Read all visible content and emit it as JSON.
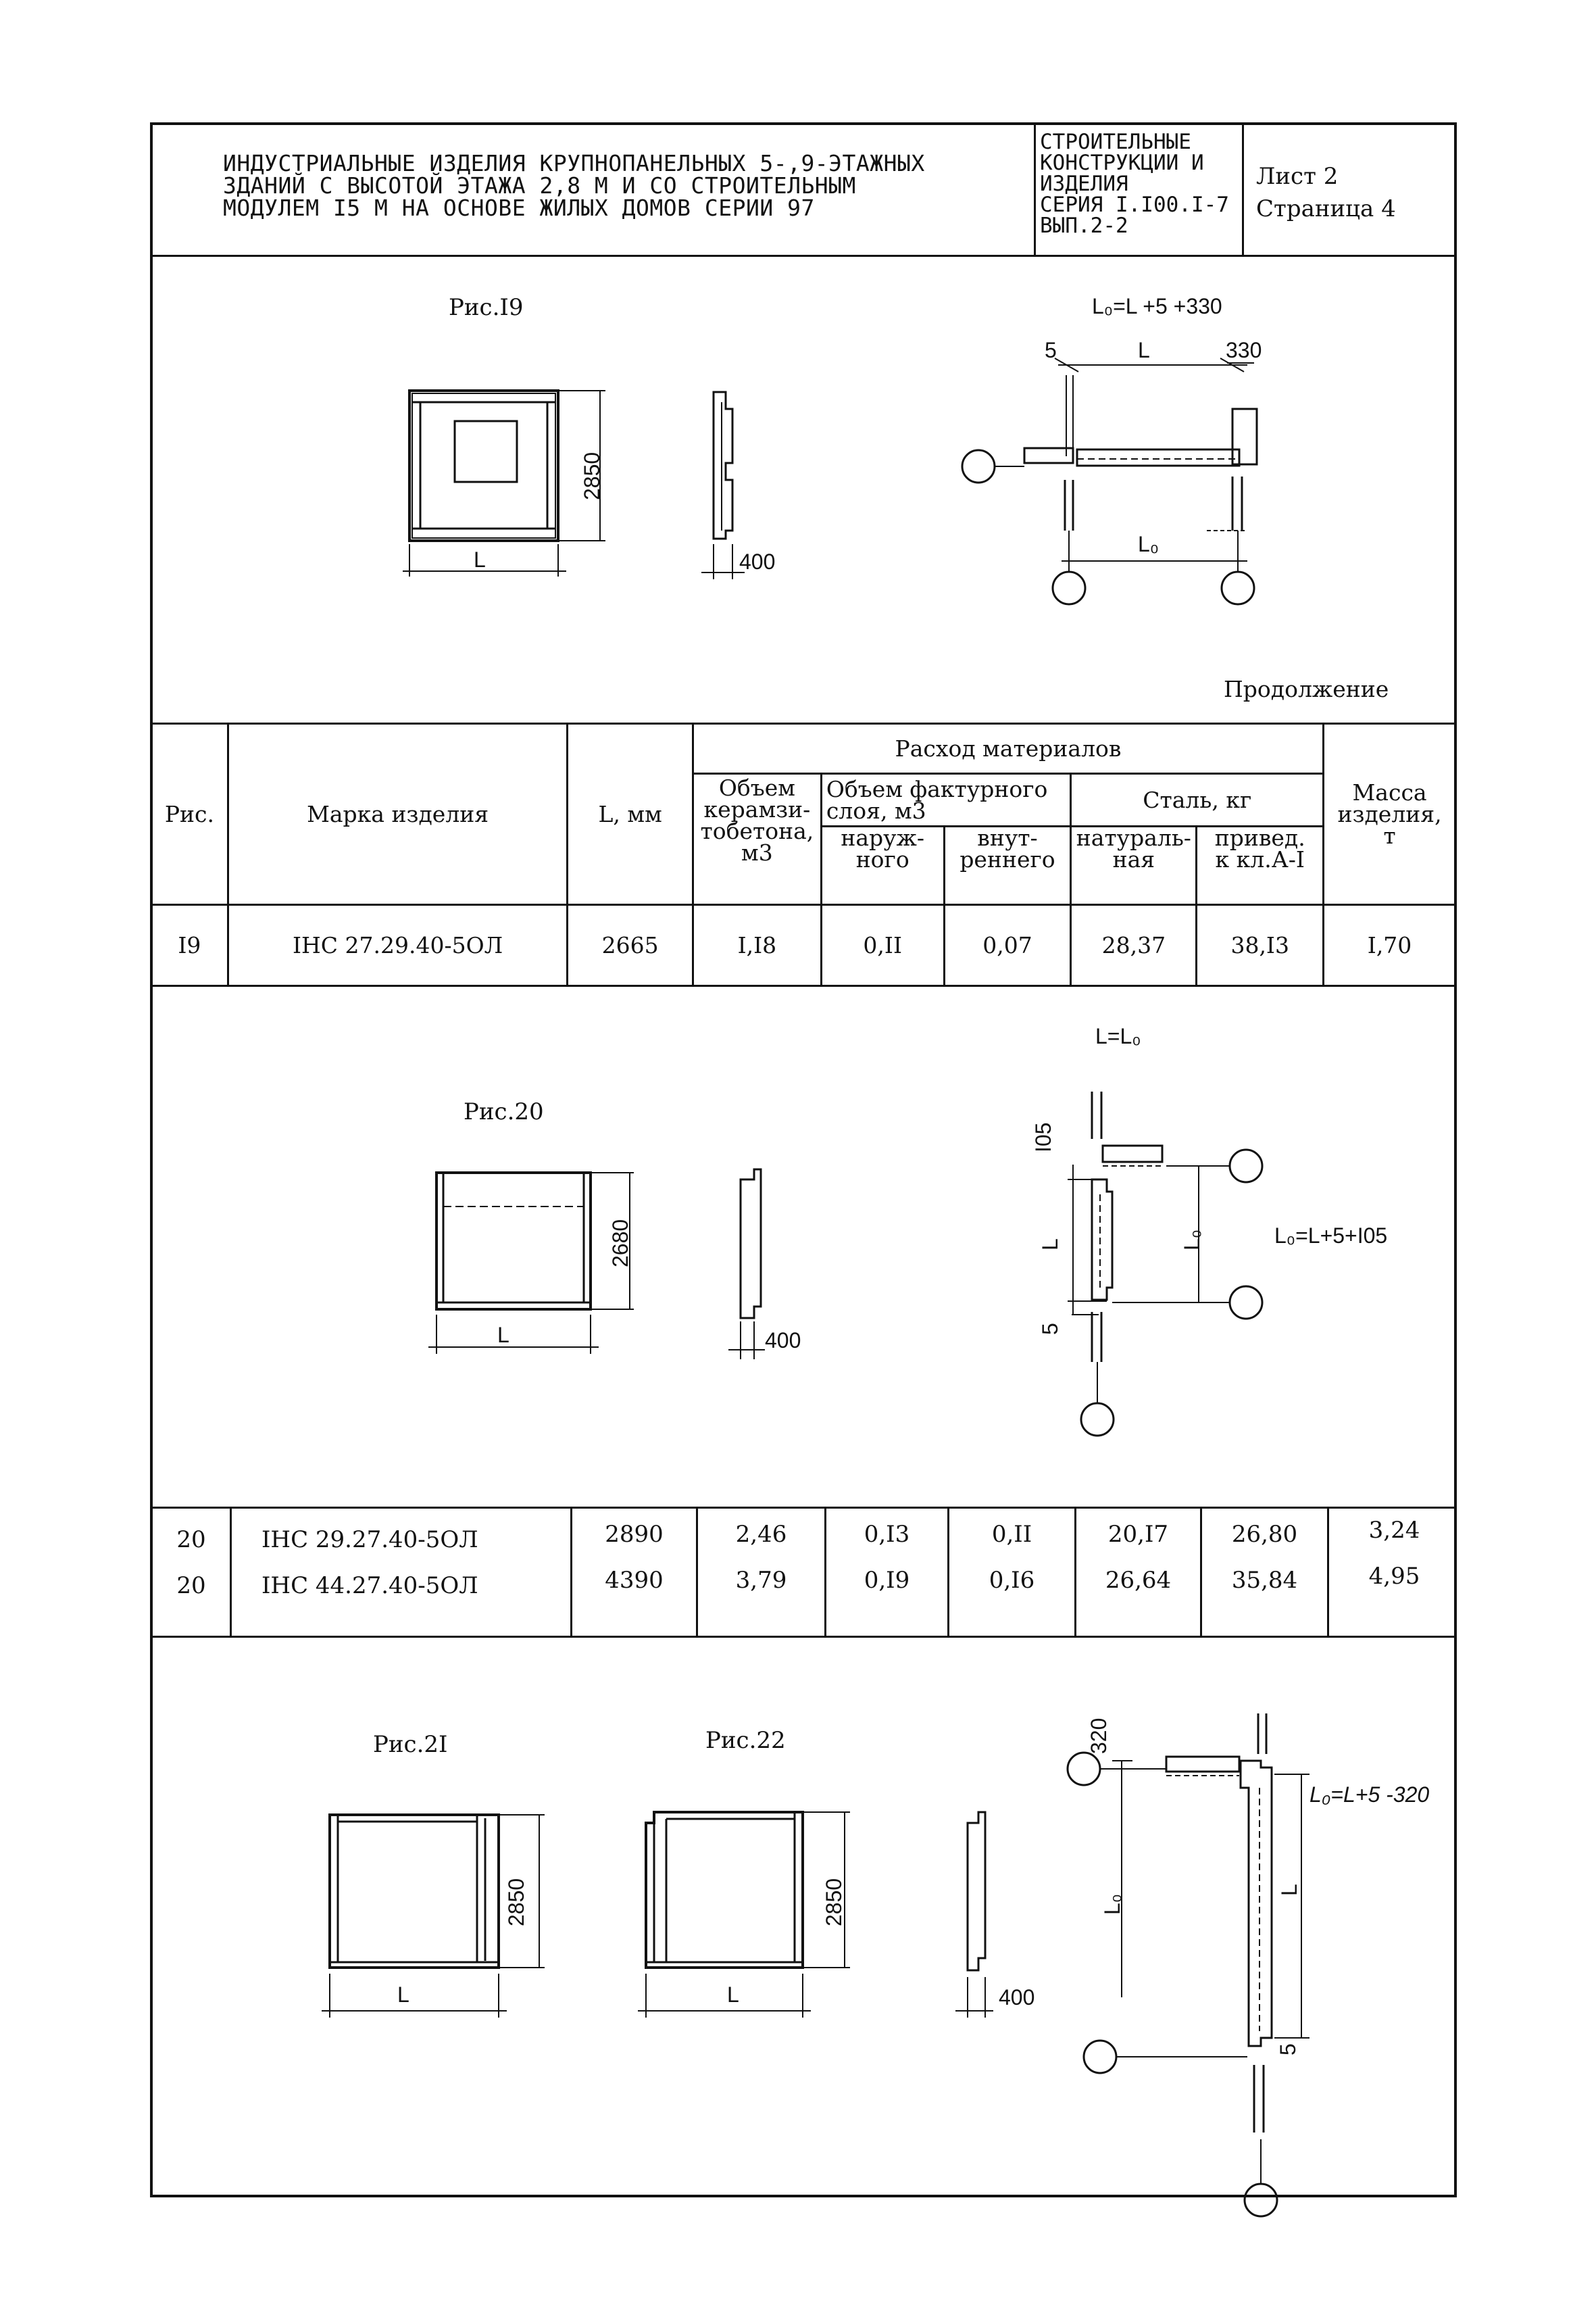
{
  "header": {
    "title_lines": [
      "ИНДУСТРИАЛЬНЫЕ ИЗДЕЛИЯ КРУПНОПАНЕЛЬНЫХ 5-,9-ЭТАЖНЫХ",
      "ЗДАНИЙ С ВЫСОТОЙ ЭТАЖА 2,8 М И СО СТРОИТЕЛЬНЫМ",
      "МОДУЛЕМ I5 М НА ОСНОВЕ ЖИЛЫХ ДОМОВ СЕРИИ 97"
    ],
    "series_lines": [
      "СТРОИТЕЛЬНЫЕ",
      "КОНСТРУКЦИИ И",
      "ИЗДЕЛИЯ",
      "СЕРИЯ I.I00.I-7",
      "ВЫП.2-2"
    ],
    "sheet": "Лист 2",
    "page": "Страница 4"
  },
  "fig19": {
    "caption": "Рис.I9",
    "height_dim": "2850",
    "width_dim": "L",
    "thickness_dim": "400",
    "formula": "L₀=L +5 +330",
    "dim_5": "5",
    "dim_L": "L",
    "dim_330": "330",
    "dim_L0": "L₀"
  },
  "continuation": "Продолжение",
  "table": {
    "col_fig": "Рис.",
    "col_mark": "Марка изделия",
    "col_L": "L, мм",
    "col_materials": "Расход материалов",
    "col_volume_lines": [
      "Объем",
      "керамзи-",
      "тобетона,",
      "м3"
    ],
    "col_texture": "Объем фактурного слоя, м3",
    "col_outer_lines": [
      "наруж-",
      "ного"
    ],
    "col_inner_lines": [
      "внут-",
      "реннего"
    ],
    "col_steel": "Сталь, кг",
    "col_natural_lines": [
      "натураль-",
      "ная"
    ],
    "col_reduced_lines": [
      "привед.",
      "к кл.А-I"
    ],
    "col_mass_lines": [
      "Масса",
      "изделия,",
      "т"
    ],
    "rows": [
      {
        "fig": "I9",
        "mark": "IНС 27.29.40-5ОЛ",
        "L": "2665",
        "vol": "I,I8",
        "outer": "0,II",
        "inner": "0,07",
        "nat": "28,37",
        "red": "38,I3",
        "mass": "I,70"
      }
    ]
  },
  "fig20": {
    "caption": "Рис.20",
    "height_dim": "2680",
    "width_dim": "L",
    "thickness_dim": "400",
    "formula_top": "L=L₀",
    "formula_right": "L₀=L+5+I05",
    "dim_105": "I05",
    "dim_L": "L",
    "dim_L0": "L₀",
    "dim_5": "5"
  },
  "rows20": [
    {
      "fig": "20",
      "mark": "IНС 29.27.40-5ОЛ",
      "L": "2890",
      "vol": "2,46",
      "outer": "0,I3",
      "inner": "0,II",
      "nat": "20,I7",
      "red": "26,80",
      "mass": "3,24"
    },
    {
      "fig": "20",
      "mark": "IНС 44.27.40-5ОЛ",
      "L": "4390",
      "vol": "3,79",
      "outer": "0,I9",
      "inner": "0,I6",
      "nat": "26,64",
      "red": "35,84",
      "mass": "4,95"
    }
  ],
  "fig21": {
    "caption": "Рис.2I",
    "height_dim": "2850",
    "width_dim": "L"
  },
  "fig22": {
    "caption": "Рис.22",
    "height_dim": "2850",
    "width_dim": "L",
    "thickness_dim": "400"
  },
  "fig2122_section": {
    "dim_320": "320",
    "formula": "L₀=L+5 -320",
    "dim_L0": "L₀",
    "dim_L": "L",
    "dim_5": "5"
  }
}
